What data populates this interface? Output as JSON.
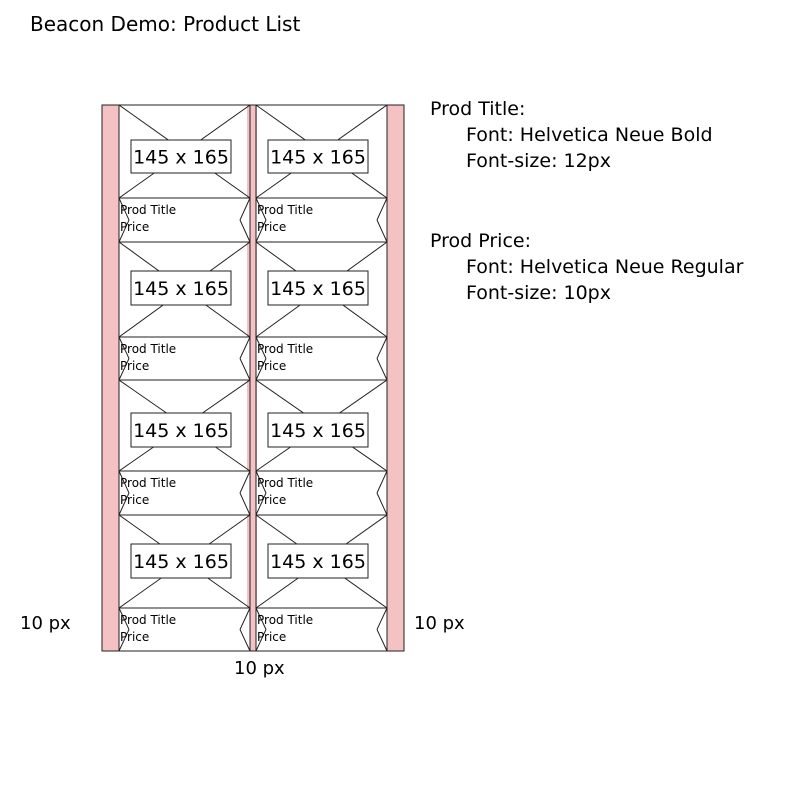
{
  "page_title": "Beacon Demo: Product List",
  "product_grid": {
    "image_placeholder_label": "145 x 165",
    "prod_title_label": "Prod Title",
    "price_label": "Price",
    "rows": 4,
    "columns": 2
  },
  "specs": {
    "title": {
      "heading": "Prod Title:",
      "font": "Font: Helvetica Neue Bold",
      "size": "Font-size: 12px"
    },
    "price": {
      "heading": "Prod Price:",
      "font": "Font: Helvetica Neue Regular",
      "size": "Font-size: 10px"
    }
  },
  "dimensions": {
    "left_margin": "10 px",
    "right_margin": "10 px",
    "gutter": "10 px"
  },
  "colors": {
    "margin_fill": "#f4c2c2",
    "line": "#222222"
  }
}
